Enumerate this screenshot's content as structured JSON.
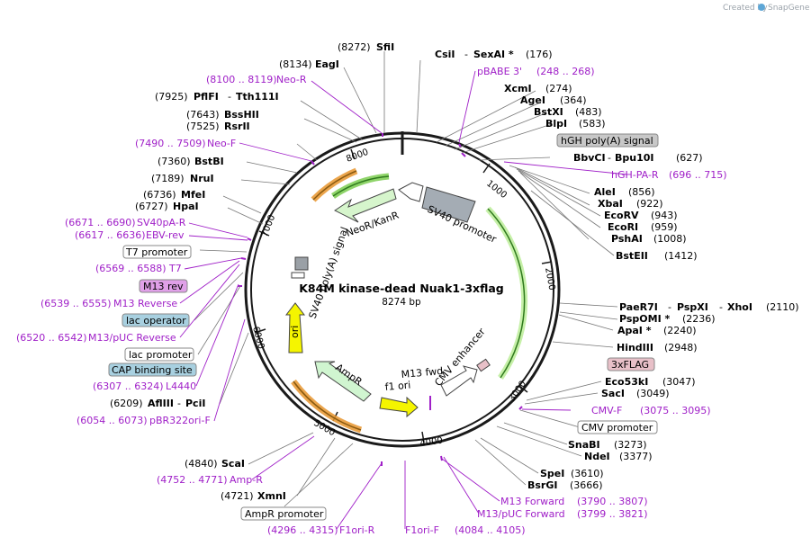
{
  "header": {
    "created_by": "Created by",
    "app_name": "SnapGene",
    "logo_icon": "snapgene-logo-icon"
  },
  "plasmid": {
    "name": "K84M kinase-dead Nuak1-3xflag",
    "size": "8274 bp",
    "length_bp": 8274
  },
  "ticks": [
    "1000",
    "2000",
    "3000",
    "4000",
    "5000",
    "6000",
    "7000",
    "8000"
  ],
  "features": {
    "sv40_promoter": "SV40 promoter",
    "neo": "NeoR/KanR",
    "sv40_polya": "SV40 poly(A) signal",
    "ori": "ori",
    "ampr": "AmpR",
    "f1ori": "f1 ori",
    "m13fwd": "M13 fwd",
    "cmv_enh": "CMV enhancer"
  },
  "sites": {
    "sfi": {
      "pos": "(8272)",
      "name": "SfiI"
    },
    "csi": {
      "name": "CsiI",
      "sep": "-",
      "name2": "SexAI *",
      "pos": "(176)"
    },
    "eag": {
      "pos": "(8134)",
      "name": "EagI"
    },
    "pbabe": {
      "name": "pBABE 3'",
      "range": "(248 .. 268)"
    },
    "neor": {
      "range": "(8100 .. 8119)",
      "name": "Neo-R"
    },
    "xcm": {
      "name": "XcmI",
      "pos": "(274)"
    },
    "pflfi": {
      "pos": "(7925)",
      "name": "PflFI",
      "sep": "-",
      "name2": "Tth111I"
    },
    "age": {
      "name": "AgeI",
      "pos": "(364)"
    },
    "bsshii": {
      "pos": "(7643)",
      "name": "BssHII"
    },
    "bstxi": {
      "name": "BstXI",
      "pos": "(483)"
    },
    "rsrii": {
      "pos": "(7525)",
      "name": "RsrII"
    },
    "blpi": {
      "name": "BlpI",
      "pos": "(583)"
    },
    "ghpolya": {
      "name": "hGH poly(A) signal"
    },
    "neof": {
      "range": "(7490 .. 7509)",
      "name": "Neo-F"
    },
    "bbvci": {
      "name": "BbvCI",
      "sep": "-",
      "name2": "Bpu10I",
      "pos": "(627)"
    },
    "bstbi": {
      "pos": "(7360)",
      "name": "BstBI"
    },
    "hghpar": {
      "name": "hGH-PA-R",
      "range": "(696 .. 715)"
    },
    "nrui": {
      "pos": "(7189)",
      "name": "NruI"
    },
    "alei": {
      "name": "AleI",
      "pos": "(856)"
    },
    "mfei": {
      "pos": "(6736)",
      "name": "MfeI"
    },
    "xbai": {
      "name": "XbaI",
      "pos": "(922)"
    },
    "hpai": {
      "pos": "(6727)",
      "name": "HpaI"
    },
    "ecorv": {
      "name": "EcoRV",
      "pos": "(943)"
    },
    "sv40par": {
      "range": "(6671 .. 6690)",
      "name": "SV40pA-R"
    },
    "ecori": {
      "name": "EcoRI",
      "pos": "(959)"
    },
    "ebvrev": {
      "range": "(6617 .. 6636)",
      "name": "EBV-rev"
    },
    "pshai": {
      "name": "PshAI",
      "pos": "(1008)"
    },
    "t7prom": {
      "name": "T7 promoter"
    },
    "bsteii": {
      "name": "BstEII",
      "pos": "(1412)"
    },
    "t7": {
      "range": "(6569 .. 6588)",
      "name": "T7"
    },
    "m13rev": {
      "name": "M13 rev"
    },
    "m13reverse": {
      "range": "(6539 .. 6555)",
      "name": "M13 Reverse"
    },
    "paer7i": {
      "name": "PaeR7I",
      "sep": "-",
      "name2": "PspXI",
      "sep2": "-",
      "name3": "XhoI",
      "pos": "(2110)"
    },
    "pspomi": {
      "name": "PspOMI *",
      "pos": "(2236)"
    },
    "lacop": {
      "name": "lac operator"
    },
    "apai": {
      "name": "ApaI *",
      "pos": "(2240)"
    },
    "m13puc_rev": {
      "range": "(6520 .. 6542)",
      "name": "M13/pUC Reverse"
    },
    "hindiii": {
      "name": "HindIII",
      "pos": "(2948)"
    },
    "lacprom": {
      "name": "lac promoter"
    },
    "flag": {
      "name": "3xFLAG"
    },
    "cap": {
      "name": "CAP binding site"
    },
    "eco53ki": {
      "name": "Eco53kI",
      "pos": "(3047)"
    },
    "l4440": {
      "range": "(6307 .. 6324)",
      "name": "L4440"
    },
    "saci": {
      "name": "SacI",
      "pos": "(3049)"
    },
    "aflii": {
      "pos": "(6209)",
      "name": "AflIII",
      "sep": "-",
      "name2": "PciI"
    },
    "cmvf": {
      "name": "CMV-F",
      "range": "(3075 .. 3095)"
    },
    "pbr322": {
      "range": "(6054 .. 6073)",
      "name": "pBR322ori-F"
    },
    "cmvprom": {
      "name": "CMV promoter"
    },
    "snabi": {
      "name": "SnaBI",
      "pos": "(3273)"
    },
    "ndei": {
      "name": "NdeI",
      "pos": "(3377)"
    },
    "scai": {
      "pos": "(4840)",
      "name": "ScaI"
    },
    "spei": {
      "name": "SpeI",
      "pos": "(3610)"
    },
    "ampr_primer": {
      "range": "(4752 .. 4771)",
      "name": "Amp-R"
    },
    "bsrgi": {
      "name": "BsrGI",
      "pos": "(3666)"
    },
    "xmni": {
      "pos": "(4721)",
      "name": "XmnI"
    },
    "m13forward": {
      "name": "M13 Forward",
      "range": "(3790 .. 3807)"
    },
    "amprprom": {
      "name": "AmpR promoter"
    },
    "m13puc_fwd": {
      "name": "M13/pUC Forward",
      "range": "(3799 .. 3821)"
    },
    "f1orir": {
      "range": "(4296 .. 4315)",
      "name": "F1ori-R"
    },
    "f1orif": {
      "name": "F1ori-F",
      "range": "(4084 .. 4105)"
    }
  },
  "colors": {
    "backbone": "#1a1a1a",
    "primer": "#a020c8",
    "orange": "#e8952e",
    "green": "#3f9b2a",
    "promoter_grey": "#a4acb4",
    "ori_yellow": "#f5f500",
    "ampr_green": "#cdf5cd",
    "lac_blue": "#a8d0e0",
    "m13rev_fill": "#e0a0e8",
    "flag_fill": "#e8c0c8",
    "sv40pa_grey": "#9aa0a6"
  }
}
